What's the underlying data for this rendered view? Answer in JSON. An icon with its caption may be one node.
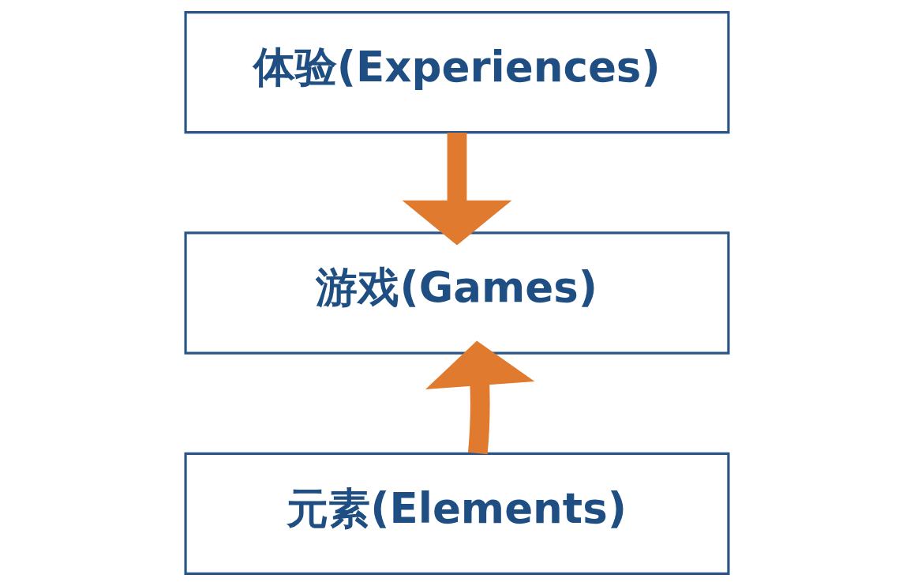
{
  "diagram": {
    "nodes": [
      {
        "text": [
          "体验(Experiences)"
        ]
      },
      {
        "text": [
          "游戏(Games)"
        ]
      },
      {
        "text": [
          "元素(Elements)"
        ]
      }
    ],
    "edges": [
      {
        "from": 0,
        "to": 1,
        "arrow": "to"
      },
      {
        "from": 2,
        "to": 1,
        "arrow": "to"
      }
    ]
  }
}
